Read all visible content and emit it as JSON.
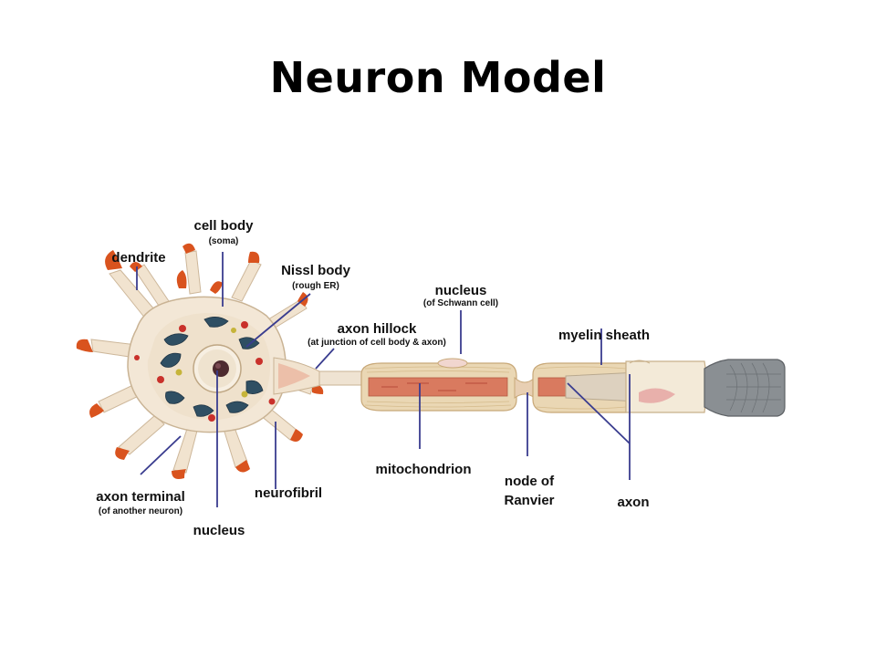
{
  "title": "Neuron Model",
  "colors": {
    "leader_line": "#3a3d8f",
    "membrane": "#f3e7d6",
    "dendrite_tip": "#d9531e",
    "organelle_blue": "#2f4f63",
    "nissl_red": "#c9312b",
    "myelin": "#ead7b4",
    "axon_core": "#d97a5f",
    "terminal_grey": "#8a8f93"
  },
  "labels": {
    "cell_body": {
      "main": "cell body",
      "sub": "(soma)"
    },
    "dendrite": {
      "main": "dendrite"
    },
    "nissl_body": {
      "main": "Nissl body",
      "sub": "(rough ER)"
    },
    "nucleus_schwann": {
      "main": "nucleus",
      "sub": "(of Schwann cell)"
    },
    "axon_hillock": {
      "main": "axon hillock",
      "sub": "(at junction of cell body & axon)"
    },
    "myelin_sheath": {
      "main": "myelin sheath"
    },
    "mitochondrion": {
      "main": "mitochondrion"
    },
    "node_of_ranvier": {
      "line1": "node of",
      "line2": "Ranvier"
    },
    "axon": {
      "main": "axon"
    },
    "axon_terminal": {
      "main": "axon terminal",
      "sub": "(of another neuron)"
    },
    "neurofibril": {
      "main": "neurofibril"
    },
    "nucleus": {
      "main": "nucleus"
    }
  }
}
